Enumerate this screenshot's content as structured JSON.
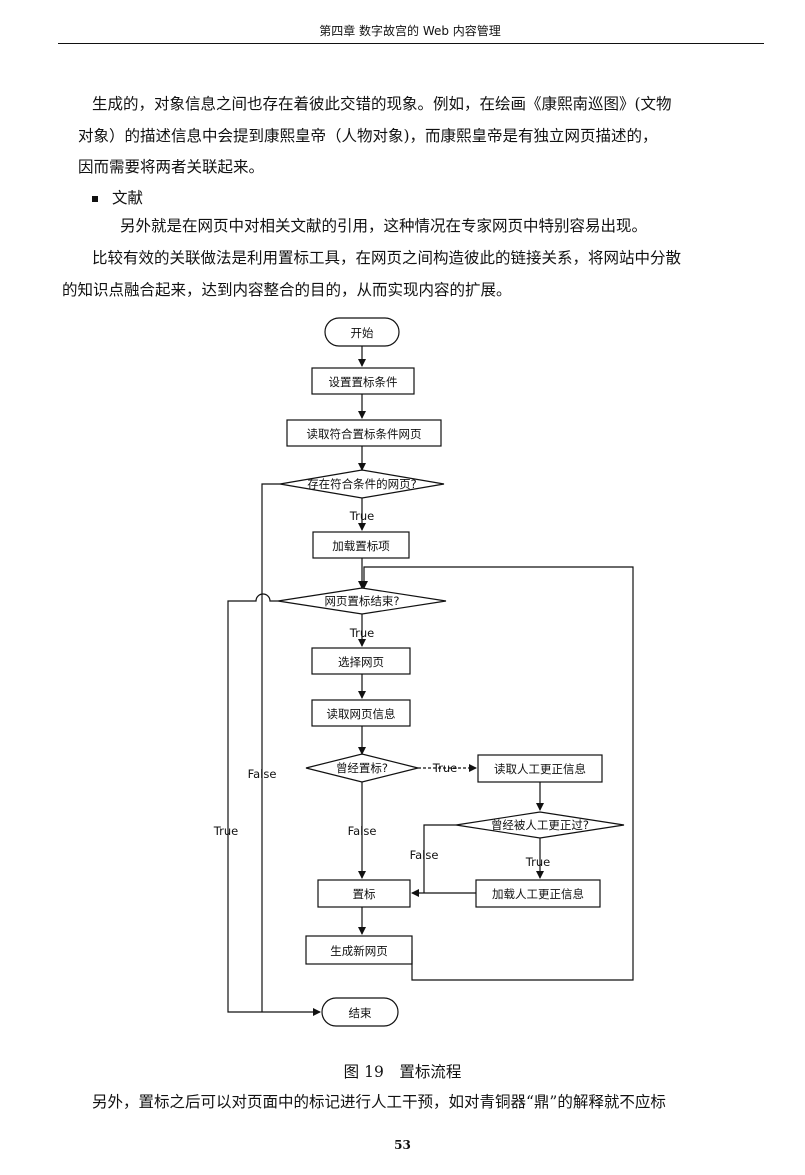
{
  "header": {
    "running_title": "第四章 数字故宫的 Web 内容管理"
  },
  "body": {
    "lines": [
      "生成的，对象信息之间也存在着彼此交错的现象。例如，在绘画《康熙南巡图》(文物",
      "对象）的描述信息中会提到康熙皇帝（人物对象)，而康熙皇帝是有独立网页描述的，",
      "因而需要将两者关联起来。"
    ],
    "bullet_label": "文献",
    "lines2": [
      "另外就是在网页中对相关文献的引用，这种情况在专家网页中特别容易出现。",
      "比较有效的关联做法是利用置标工具，在网页之间构造彼此的链接关系，将网站中分散",
      "的知识点融合起来，达到内容整合的目的，从而实现内容的扩展。"
    ]
  },
  "flowchart": {
    "start": "开始",
    "set_condition": "设置置标条件",
    "read_pages": "读取符合置标条件网页",
    "decision_exists": "存在符合条件的网页?",
    "load_tags": "加载置标项",
    "decision_end": "网页置标结束?",
    "select_page": "选择网页",
    "read_info": "读取网页信息",
    "decision_tagged": "曾经置标?",
    "read_manual": "读取人工更正信息",
    "decision_corrected": "曾经被人工更正过?",
    "load_manual": "加载人工更正信息",
    "tag": "置标",
    "generate": "生成新网页",
    "end": "结束",
    "label_true": "True",
    "label_false": "False"
  },
  "caption": "图 19　置标流程",
  "footer_line": "另外，置标之后可以对页面中的标记进行人工干预，如对青铜器“鼎”的解释就不应标",
  "page_number": "53"
}
